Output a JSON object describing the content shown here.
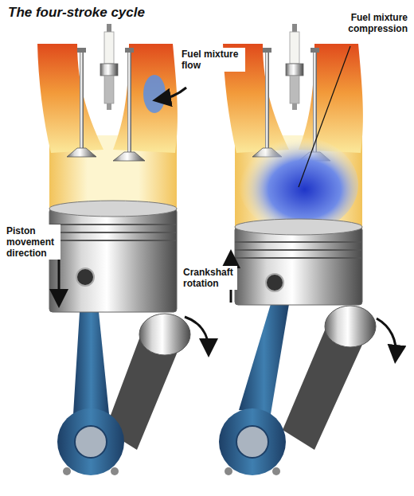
{
  "diagram": {
    "title": "The four-stroke cycle",
    "labels": [
      "Fuel mixture flow",
      "Fuel mixture compression",
      "Piston movement direction",
      "Crankshaft rotation"
    ]
  }
}
